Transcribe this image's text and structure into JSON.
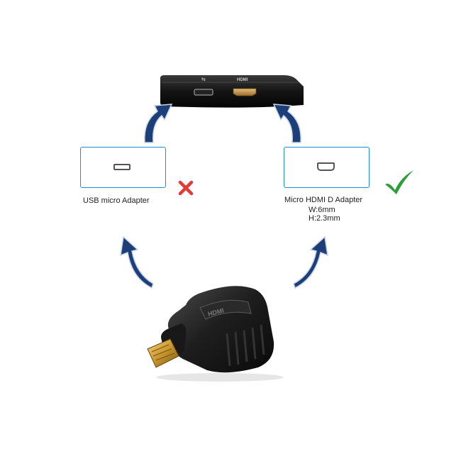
{
  "options": {
    "usb": {
      "label": "USB micro Adapter",
      "status_icon": "cross-icon",
      "status_color": "#e53935"
    },
    "hdmi": {
      "label": "Micro HDMI D Adapter",
      "width_spec": "W:6mm",
      "height_spec": "H:2.3mm",
      "status_icon": "check-icon",
      "status_color": "#2e9e3a"
    }
  },
  "colors": {
    "box_border": "#1a8fd8",
    "arrow": "#1d3f78"
  }
}
